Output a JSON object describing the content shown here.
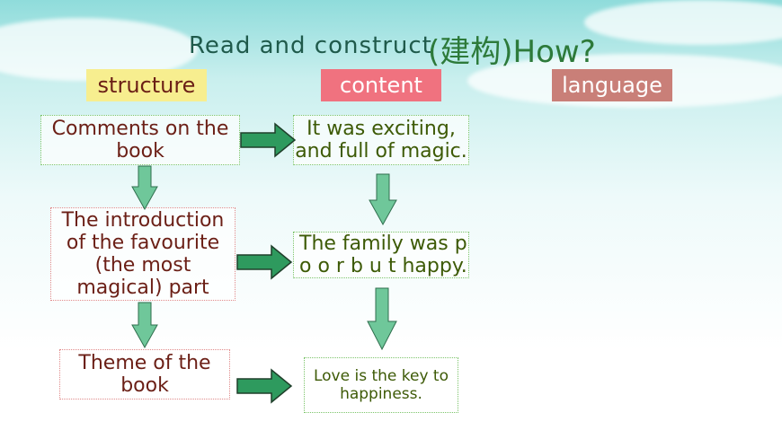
{
  "title": {
    "main": "Read and construct",
    "overlay": "(建构)How?"
  },
  "tags": {
    "structure": "structure",
    "content": "content",
    "language": "language"
  },
  "structure_boxes": [
    "Comments on the book",
    "The introduction of the favourite (the most magical) part",
    "Theme of the book"
  ],
  "content_boxes": [
    "It was exciting, and full of magic.",
    "The family was p o o r b u t happy.",
    "Love is the key to happiness."
  ],
  "colors": {
    "title": "#1f5a4b",
    "structure_tag": "#f7ee8f",
    "content_tag": "#f0727f",
    "language_tag": "#c97f78",
    "arrow_fill": "#2e9a5e",
    "down_arrow_fill": "#6fc79a"
  }
}
